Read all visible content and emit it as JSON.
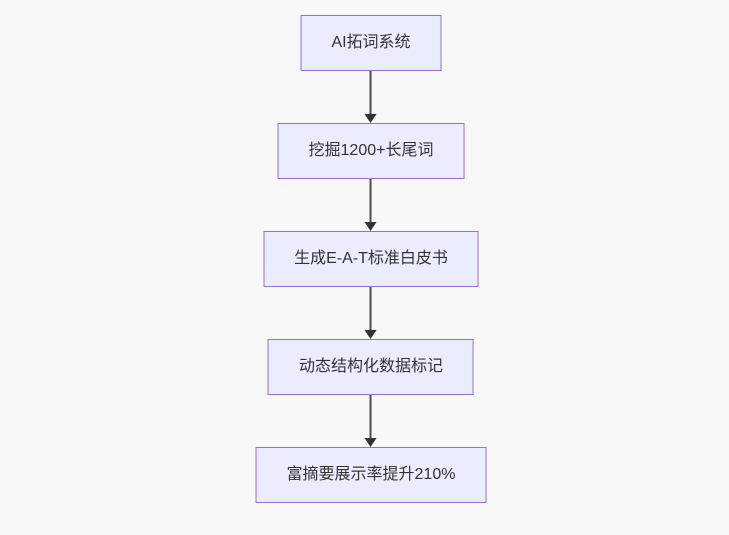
{
  "diagram": {
    "type": "flowchart",
    "direction": "top-down",
    "nodes": [
      {
        "id": "A",
        "label": "AI拓词系统"
      },
      {
        "id": "B",
        "label": "挖掘1200+长尾词"
      },
      {
        "id": "C",
        "label": "生成E-A-T标准白皮书"
      },
      {
        "id": "D",
        "label": "动态结构化数据标记"
      },
      {
        "id": "E",
        "label": "富摘要展示率提升210%"
      }
    ],
    "edges": [
      {
        "from": "A",
        "to": "B"
      },
      {
        "from": "B",
        "to": "C"
      },
      {
        "from": "C",
        "to": "D"
      },
      {
        "from": "D",
        "to": "E"
      }
    ],
    "colors": {
      "background": "#f8f8f8",
      "node_fill": "#ececff",
      "node_border": "#9370db",
      "arrow": "#333333",
      "text": "#333333"
    }
  }
}
